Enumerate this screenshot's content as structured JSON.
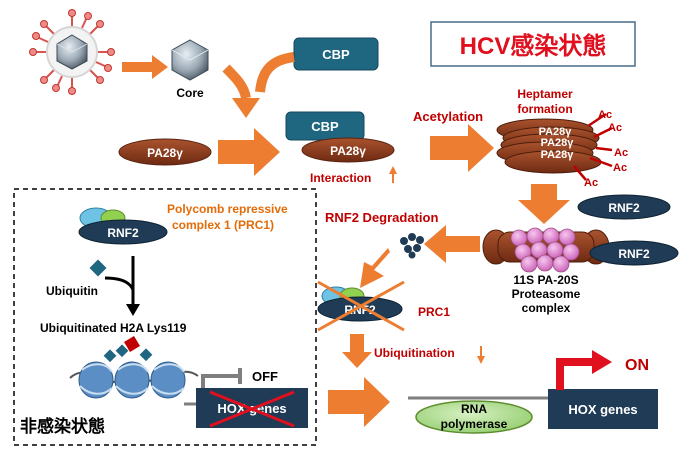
{
  "title": "HCV感染状態",
  "uninfected_label": "非感染状態",
  "labels": {
    "core": "Core",
    "cbp_top": "CBP",
    "cbp_complex": "CBP",
    "pa28_left": "PA28γ",
    "pa28_complex": "PA28γ",
    "acetylation": "Acetylation",
    "interaction": "Interaction",
    "heptamer": "Heptamer",
    "formation": "formation",
    "hept_l1": "PA28γ",
    "hept_l2": "PA28γ",
    "hept_l3": "PA28γ",
    "ac1": "Ac",
    "ac2": "Ac",
    "ac3": "Ac",
    "ac4": "Ac",
    "ac5": "Ac",
    "rnf2_upper": "RNF2",
    "rnf2_lower": "RNF2",
    "rnf2_degradation": "RNF2 Degradation",
    "proteasome_l1": "11S PA-20S",
    "proteasome_l2": "Proteasome",
    "proteasome_l3": "complex",
    "prc1_title_l1": "Polycomb repressive",
    "prc1_title_l2": "complex 1 (PRC1)",
    "rnf2_box": "RNF2",
    "ubiquitin": "Ubiquitin",
    "ubiquitinated": "Ubiquitinated H2A Lys119",
    "off": "OFF",
    "hox_off": "HOX genes",
    "rnf2_crossed": "RNF2",
    "prc1": "PRC1",
    "ubiquitination": "Ubiquitination",
    "on": "ON",
    "rna_l1": "RNA",
    "rna_l2": "polymerase",
    "hox_on": "HOX genes"
  },
  "colors": {
    "orange_arrow": "#ED7D31",
    "red_text": "#C00000",
    "title_red": "#E0101E",
    "brown": "#8B3A1C",
    "navy": "#1F3B55",
    "teal_box": "#1F6680",
    "cyan": "#6EC3E4",
    "green": "#92D050",
    "pink": "#E58BD6",
    "black": "#000000",
    "prc1_orange": "#E36C09"
  },
  "icons": {
    "virus": "virus-icon",
    "core_particle": "core-particle-icon",
    "fragments": "protein-fragments-icon",
    "ubiquitin": "ubiquitin-icon",
    "nucleosome": "nucleosome-icon",
    "off_switch": "off-switch-icon",
    "on_flag": "on-flag-icon"
  }
}
